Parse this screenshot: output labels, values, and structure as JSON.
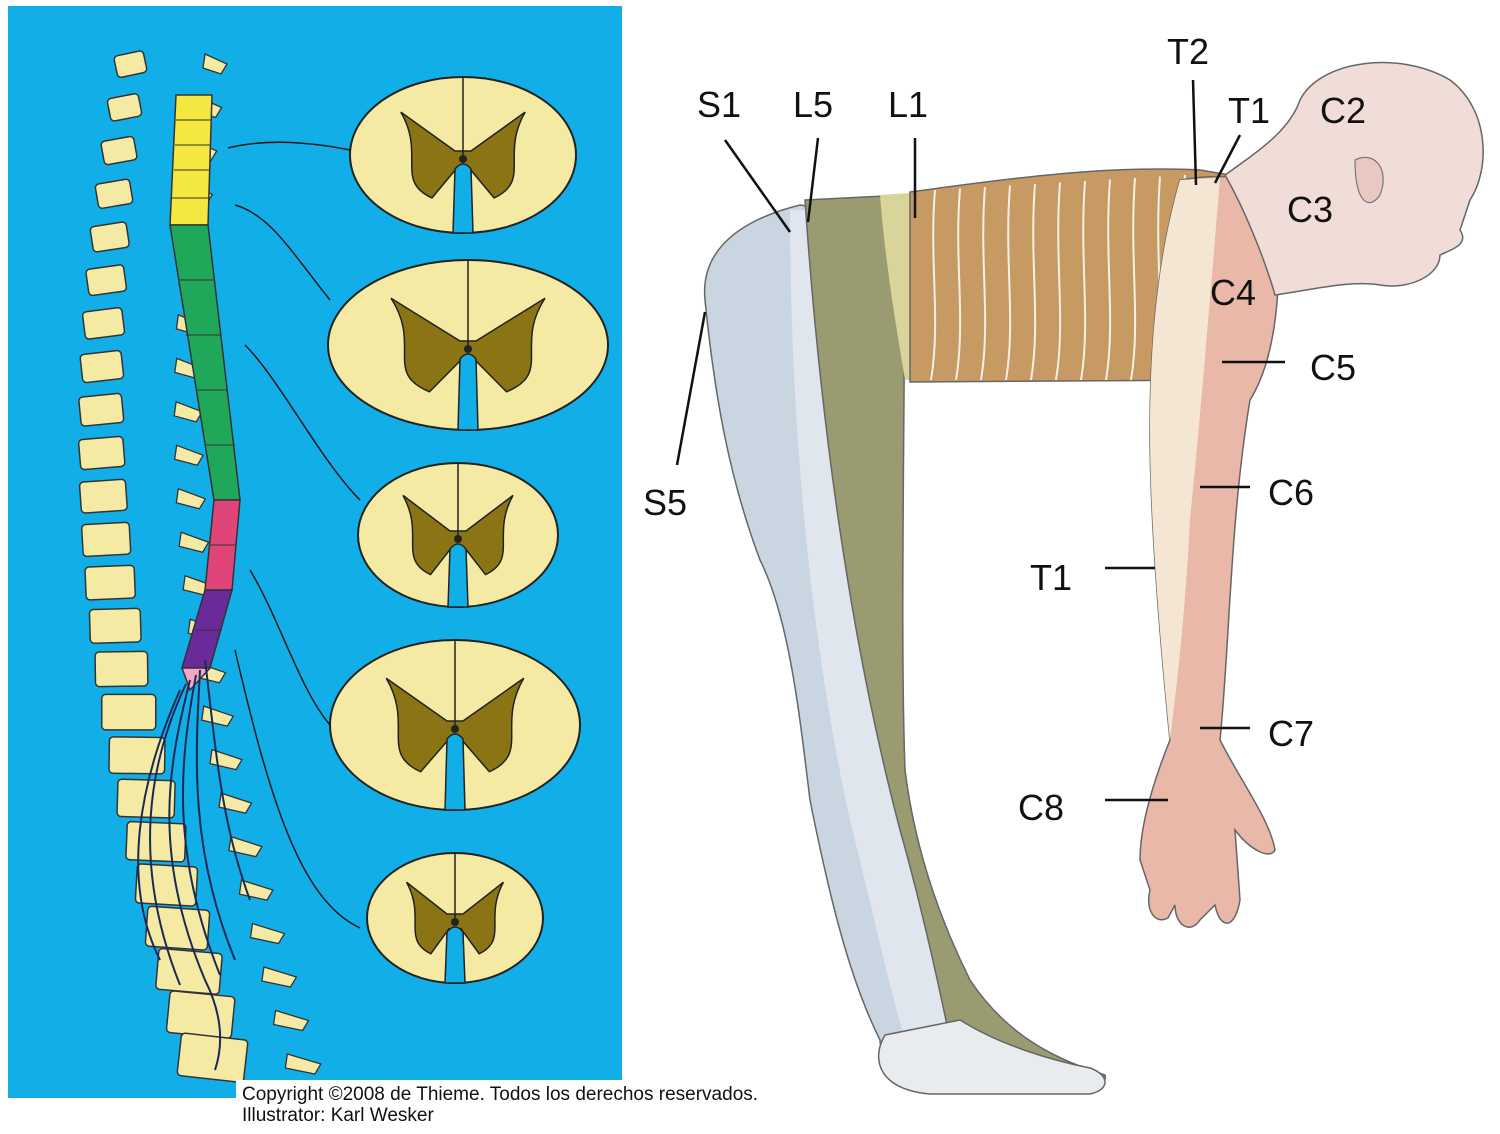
{
  "labels": {
    "s1": "S1",
    "l5": "L5",
    "l1": "L1",
    "t2": "T2",
    "t1_neck": "T1",
    "c2": "C2",
    "c3": "C3",
    "c4": "C4",
    "c5": "C5",
    "c6": "C6",
    "t1_arm": "T1",
    "c7": "C7",
    "c8": "C8",
    "s5": "S5"
  },
  "credit": {
    "copyright": "Copyright ©2008 de Thieme. Todos los derechos reservados.",
    "illustrator": "Illustrator: Karl Wesker"
  },
  "colors": {
    "panel_background": "#12aee8",
    "bone": "#f5eaa4",
    "grey_matter": "#8a7414",
    "cervical_segment": "#f3e740",
    "thoracic_segment": "#1fa85a",
    "lumbar_segment": "#e0457a",
    "sacral_segment": "#6a2a9a",
    "sacral_dermatome": "#c9d6e2",
    "lumbar_dermatome": "#9b9b72",
    "thoracic_dermatome": "#c89a63",
    "cervical_dermatome": "#e9b8a8"
  }
}
